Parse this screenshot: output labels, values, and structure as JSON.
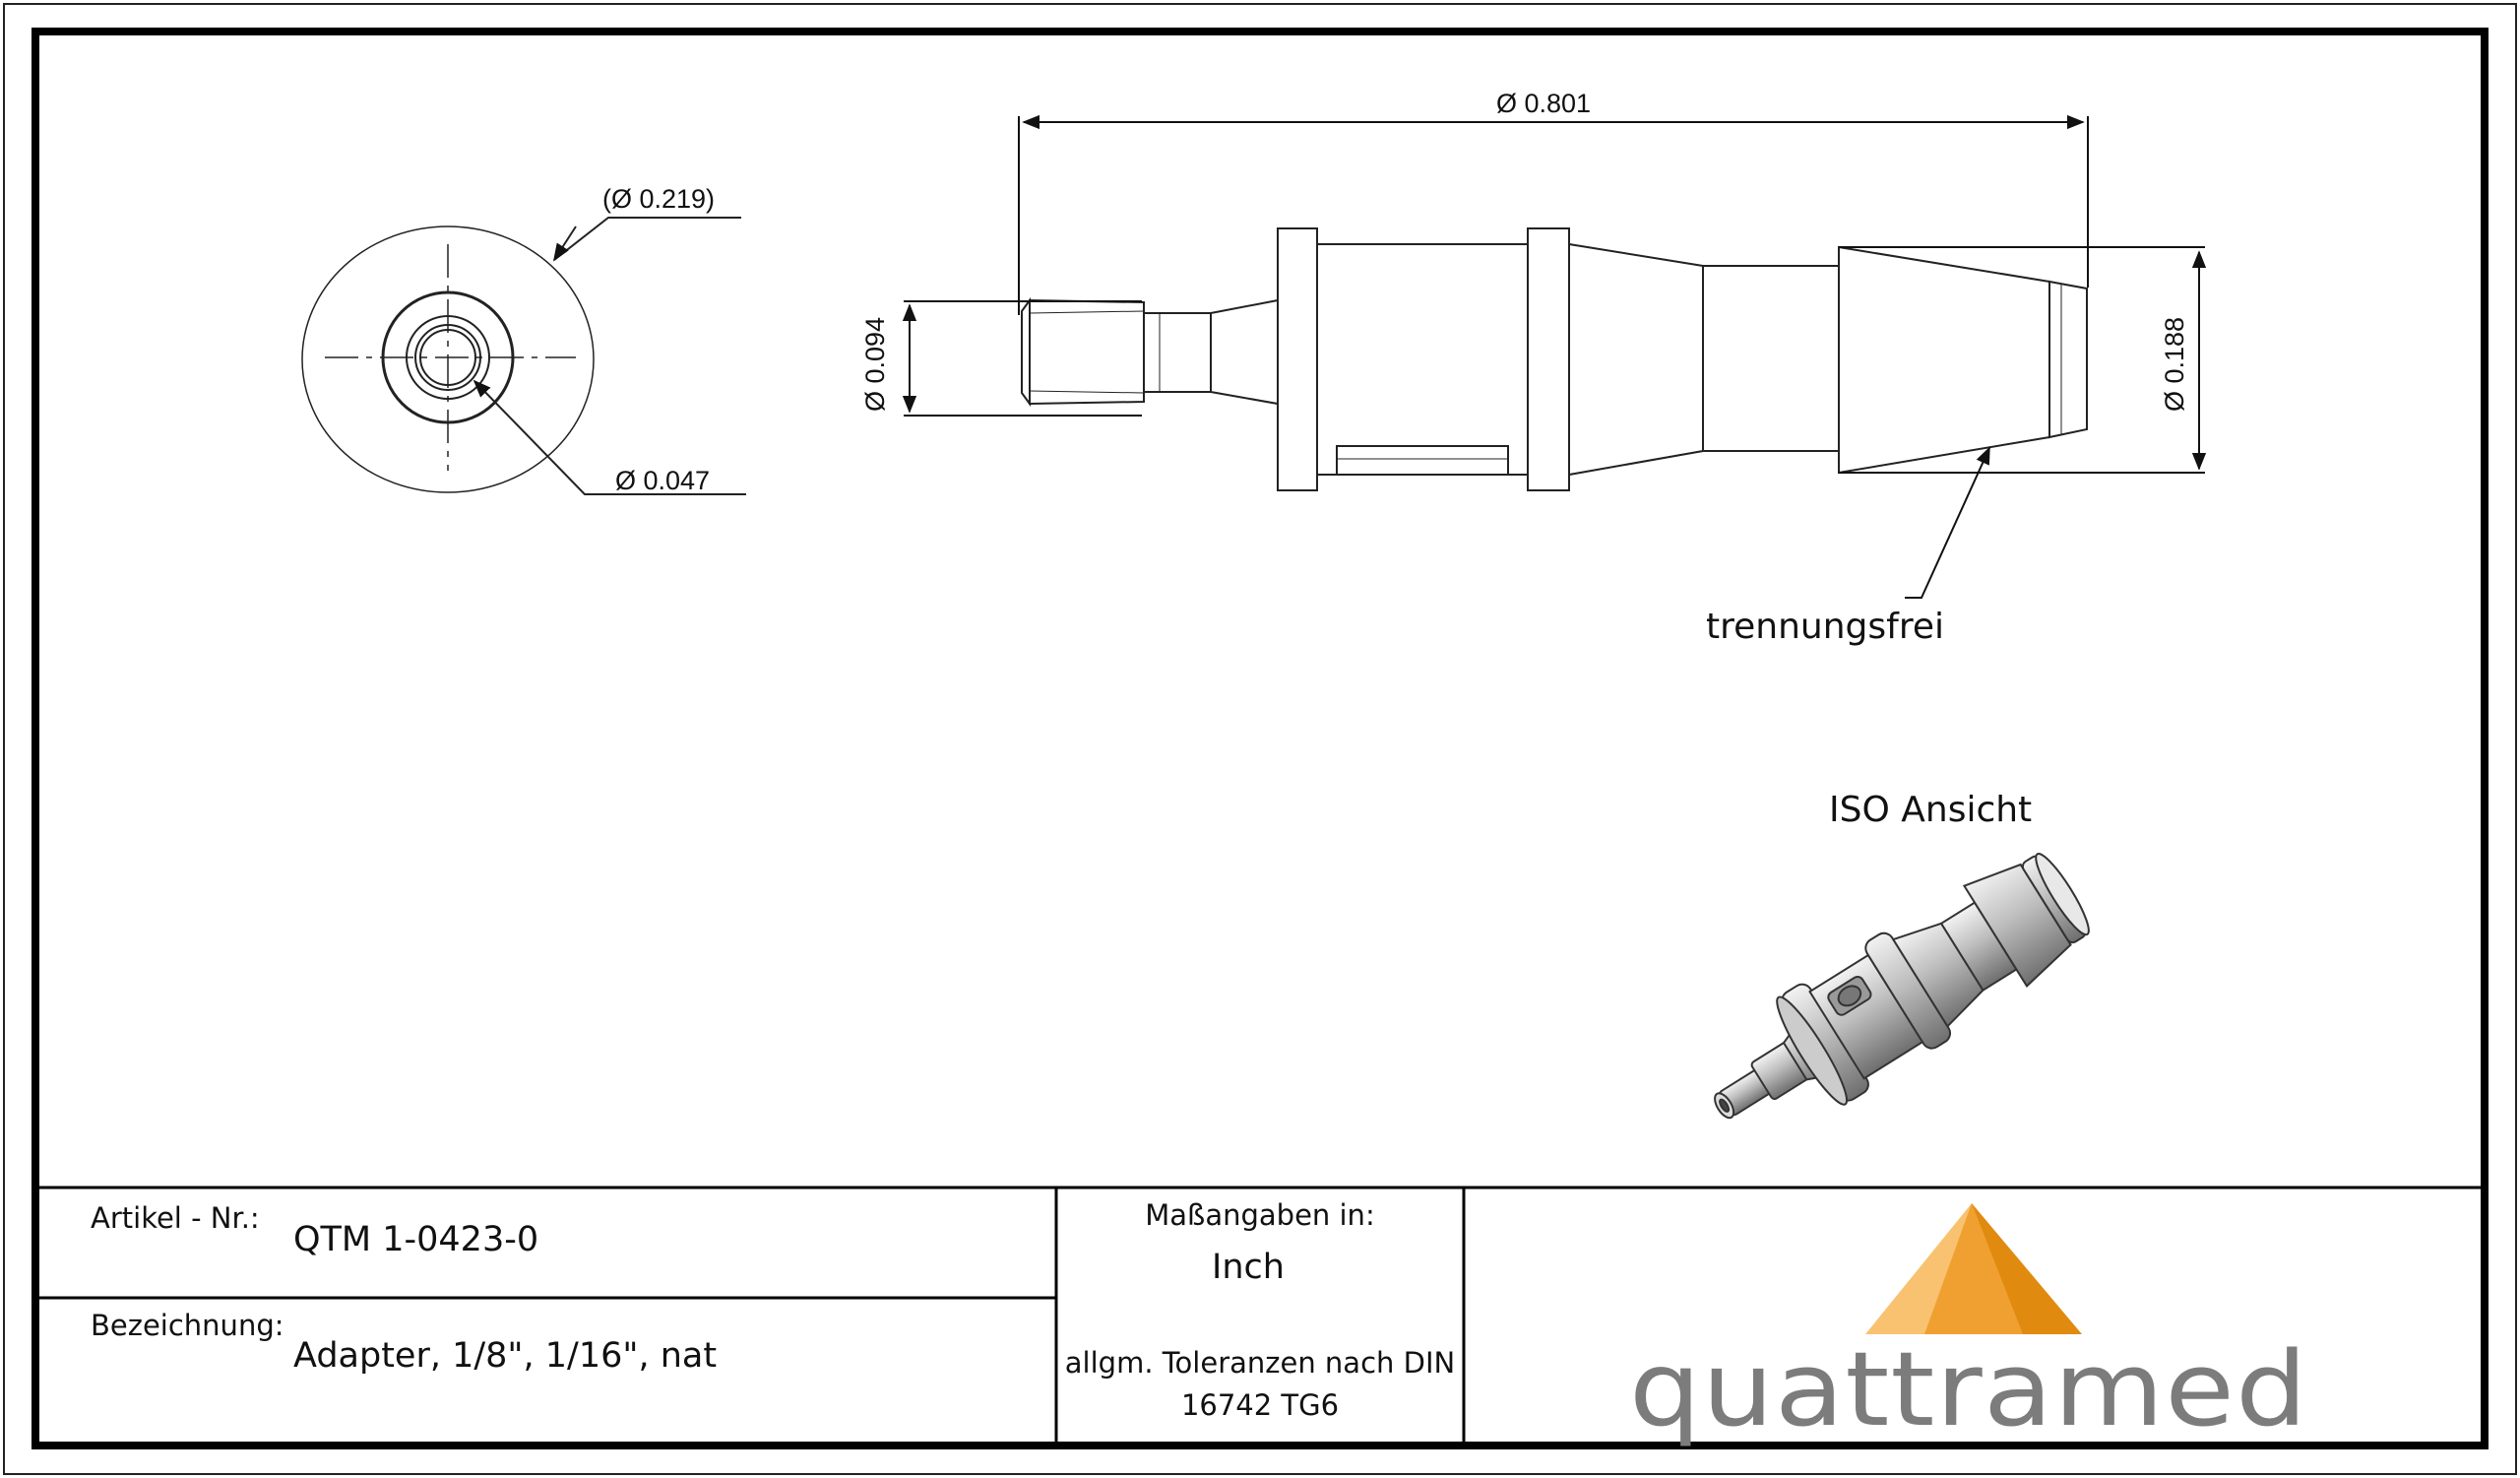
{
  "drawing": {
    "front_view": {
      "outer_dim": "(Ø  0.219)",
      "bore_dim": "Ø  0.047"
    },
    "side_view": {
      "length_dim": "Ø  0.801",
      "left_dia": "Ø  0.094",
      "right_dia": "Ø  0.188",
      "note": "trennungsfrei"
    },
    "iso_title": "ISO Ansicht"
  },
  "title_block": {
    "article_label": "Artikel - Nr.:",
    "article_value": "QTM 1-0423-0",
    "designation_label": "Bezeichnung:",
    "designation_value": "Adapter, 1/8\", 1/16\", nat",
    "units_label": "Maßangaben in:",
    "units_value": "Inch",
    "tolerance_line1": "allgm. Toleranzen nach DIN",
    "tolerance_line2": "16742 TG6"
  },
  "logo": {
    "text": "quattramed",
    "colors": {
      "light": "#f8c271",
      "mid": "#f0a030",
      "dark": "#e08a10",
      "text": "#7c7c7c"
    }
  }
}
